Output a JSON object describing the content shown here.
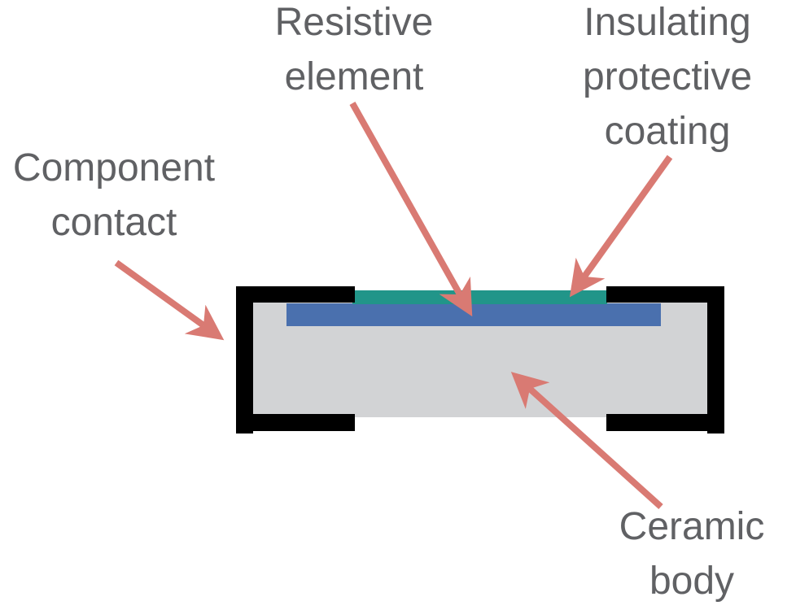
{
  "diagram": {
    "subject": "chip-resistor-cross-section"
  },
  "labels": {
    "resistive_element": {
      "lines": [
        "Resistive",
        "element"
      ]
    },
    "insulating_coating": {
      "lines": [
        "Insulating",
        "protective",
        "coating"
      ]
    },
    "component_contact": {
      "lines": [
        "Component",
        "contact"
      ]
    },
    "ceramic_body": {
      "lines": [
        "Ceramic",
        "body"
      ]
    }
  },
  "colors": {
    "background": "#ffffff",
    "label_text": "#606164",
    "arrow": "#d97a73",
    "contact": "#000000",
    "ceramic_body": "#d2d3d5",
    "resistive_element": "#4a70ae",
    "insulating_coating": "#219589"
  }
}
